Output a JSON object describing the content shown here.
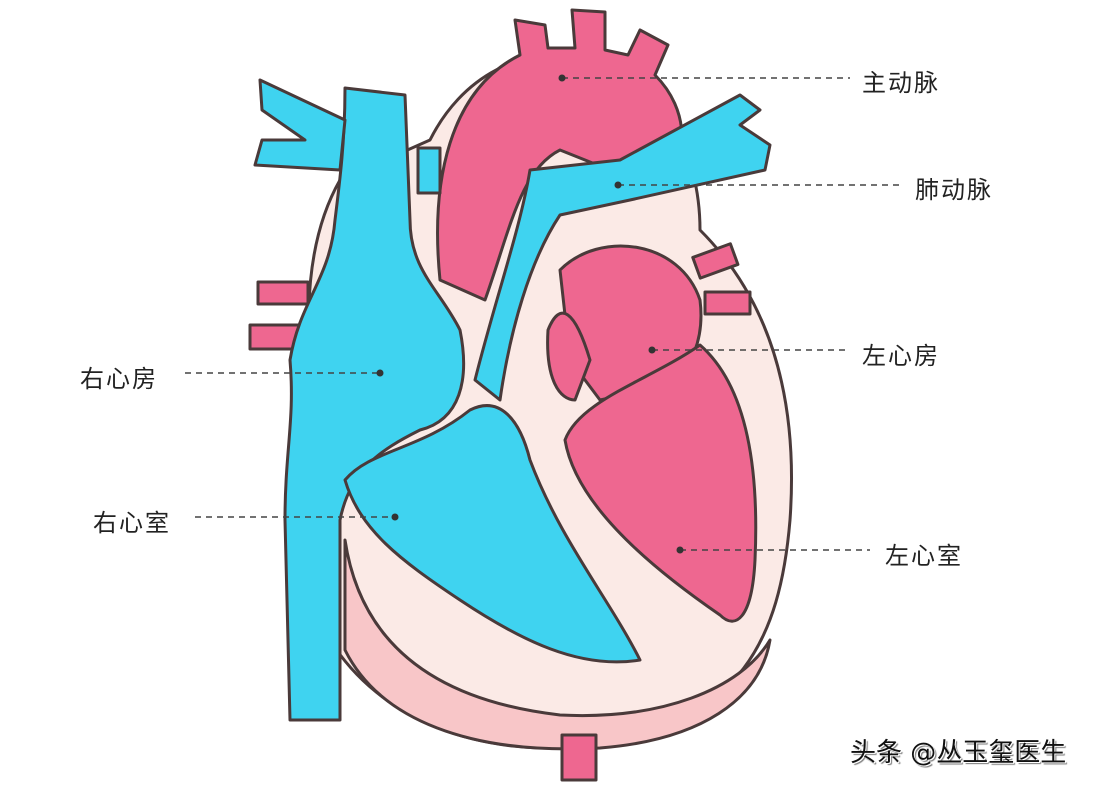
{
  "labels": {
    "aorta": "主动脉",
    "pulmonary_artery": "肺动脉",
    "left_atrium": "左心房",
    "right_atrium": "右心房",
    "right_ventricle": "右心室",
    "left_ventricle": "左心室"
  },
  "watermark": "头条 @丛玉玺医生",
  "colors": {
    "deoxygenated": "#3fd3f0",
    "oxygenated": "#ee6790",
    "tissue": "#fbeae6",
    "outline": "#4a3a3a"
  }
}
